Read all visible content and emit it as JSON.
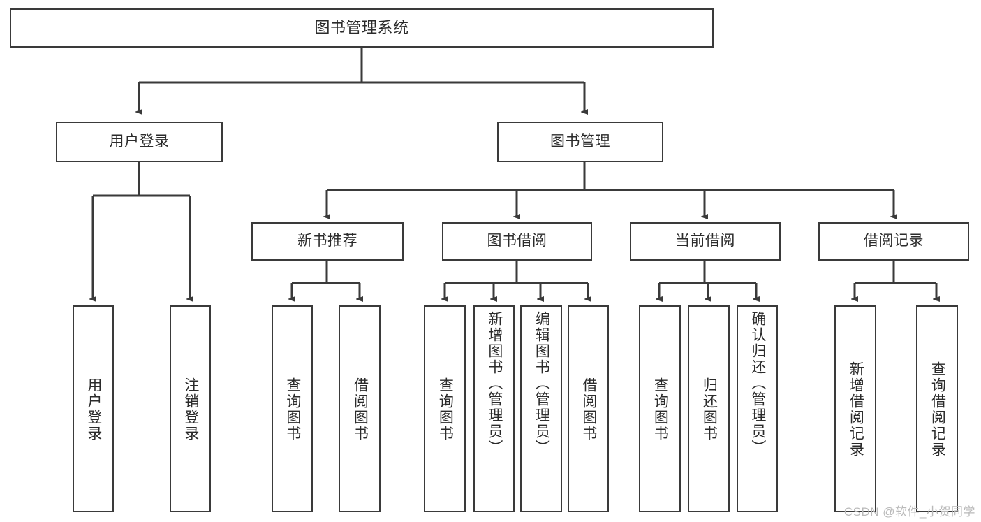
{
  "diagram": {
    "type": "tree-hierarchy",
    "title": "图书管理系统",
    "root": {
      "id": "root",
      "label": "图书管理系统",
      "orientation": "horizontal"
    },
    "level2": [
      {
        "id": "user-login",
        "label": "用户登录",
        "orientation": "horizontal"
      },
      {
        "id": "book-management",
        "label": "图书管理",
        "orientation": "horizontal"
      }
    ],
    "level3": [
      {
        "id": "new-book-recommend",
        "label": "新书推荐",
        "orientation": "horizontal",
        "parent": "book-management"
      },
      {
        "id": "book-borrow",
        "label": "图书借阅",
        "orientation": "horizontal",
        "parent": "book-management"
      },
      {
        "id": "current-borrow",
        "label": "当前借阅",
        "orientation": "horizontal",
        "parent": "book-management"
      },
      {
        "id": "borrow-record",
        "label": "借阅记录",
        "orientation": "horizontal",
        "parent": "book-management"
      }
    ],
    "leaves": [
      {
        "id": "leaf-user-login",
        "label": "用户登录",
        "parent": "user-login",
        "orientation": "vertical"
      },
      {
        "id": "leaf-user-logout",
        "label": "注销登录",
        "parent": "user-login",
        "orientation": "vertical"
      },
      {
        "id": "leaf-query-book-1",
        "label": "查询图书",
        "parent": "new-book-recommend",
        "orientation": "vertical"
      },
      {
        "id": "leaf-borrow-book-1",
        "label": "借阅图书",
        "parent": "new-book-recommend",
        "orientation": "vertical"
      },
      {
        "id": "leaf-query-book-2",
        "label": "查询图书",
        "parent": "book-borrow",
        "orientation": "vertical"
      },
      {
        "id": "leaf-add-book",
        "label": "新增图书（管理员）",
        "parent": "book-borrow",
        "orientation": "vertical"
      },
      {
        "id": "leaf-edit-book",
        "label": "编辑图书（管理员）",
        "parent": "book-borrow",
        "orientation": "vertical"
      },
      {
        "id": "leaf-borrow-book-2",
        "label": "借阅图书",
        "parent": "book-borrow",
        "orientation": "vertical"
      },
      {
        "id": "leaf-query-book-3",
        "label": "查询图书",
        "parent": "current-borrow",
        "orientation": "vertical"
      },
      {
        "id": "leaf-return-book",
        "label": "归还图书",
        "parent": "current-borrow",
        "orientation": "vertical"
      },
      {
        "id": "leaf-confirm-return",
        "label": "确认归还（管理员）",
        "parent": "current-borrow",
        "orientation": "vertical"
      },
      {
        "id": "leaf-add-record",
        "label": "新增借阅记录",
        "parent": "borrow-record",
        "orientation": "vertical"
      },
      {
        "id": "leaf-query-record",
        "label": "查询借阅记录",
        "parent": "borrow-record",
        "orientation": "vertical"
      }
    ],
    "colors": {
      "box_border": "#3a3a3a",
      "box_fill": "#ffffff",
      "connector": "#3a3a3a",
      "text": "#2b2b2b",
      "watermark": "#b9b9b9",
      "background": "#ffffff"
    }
  },
  "watermark": {
    "text": "CSDN @软件_小贺同学"
  }
}
